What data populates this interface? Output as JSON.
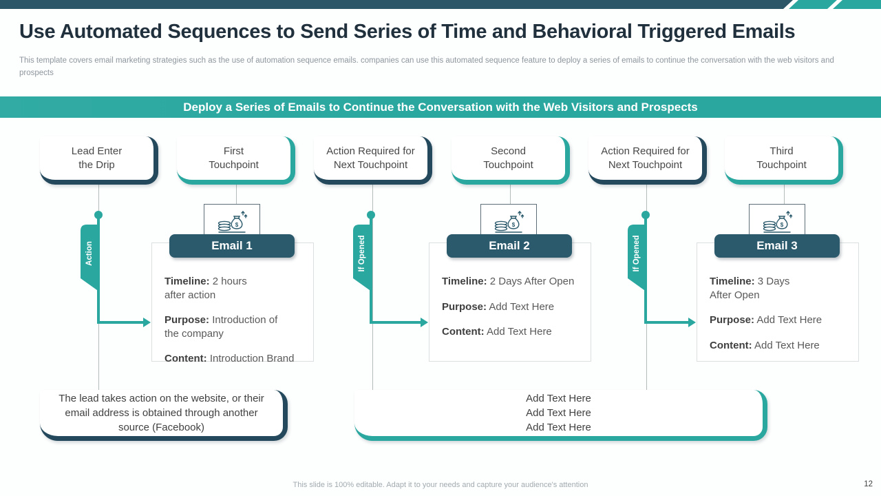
{
  "slide": {
    "title": "Use Automated Sequences to Send Series of Time and Behavioral Triggered Emails",
    "subtitle": "This template covers email marketing strategies such as the use of automation sequence emails. companies can use this automated sequence feature to deploy a series of emails to continue the conversation with the web visitors and prospects",
    "banner": "Deploy a Series of Emails to Continue the Conversation with the Web Visitors and Prospects",
    "footer_note": "This slide is 100% editable. Adapt it to your needs and capture your audience's attention",
    "page_number": "12"
  },
  "flow": {
    "boxes": [
      {
        "label": "Lead Enter\nthe Drip",
        "accent": "navy"
      },
      {
        "label": "First\nTouchpoint",
        "accent": "teal"
      },
      {
        "label": "Action Required for\nNext Touchpoint",
        "accent": "navy"
      },
      {
        "label": "Second\nTouchpoint",
        "accent": "teal"
      },
      {
        "label": "Action Required for\nNext Touchpoint",
        "accent": "navy"
      },
      {
        "label": "Third\nTouchpoint",
        "accent": "teal"
      }
    ]
  },
  "ribbons": [
    {
      "label": "Action"
    },
    {
      "label": "If Opened"
    },
    {
      "label": "If Opened"
    }
  ],
  "emails": [
    {
      "header": "Email 1",
      "icon": "money-bag-coins-icon",
      "fields": [
        {
          "label": "Timeline:",
          "value": "2 hours\nafter action"
        },
        {
          "label": "Purpose:",
          "value": "Introduction of\nthe company"
        },
        {
          "label": "Content:",
          "value": "Introduction Brand"
        }
      ]
    },
    {
      "header": "Email 2",
      "icon": "money-bag-coins-icon",
      "fields": [
        {
          "label": "Timeline:",
          "value": "2 Days After Open"
        },
        {
          "label": "Purpose:",
          "value": "Add Text Here"
        },
        {
          "label": "Content:",
          "value": "Add Text Here"
        }
      ]
    },
    {
      "header": "Email 3",
      "icon": "money-bag-coins-icon",
      "fields": [
        {
          "label": "Timeline:",
          "value": "3 Days\nAfter Open"
        },
        {
          "label": "Purpose:",
          "value": "Add Text Here"
        },
        {
          "label": "Content:",
          "value": "Add Text Here"
        }
      ]
    }
  ],
  "callouts": {
    "left": "The lead takes action on the website, or their\nemail address is obtained through another\nsource (Facebook)",
    "right_lines": [
      "Add Text Here",
      "Add Text Here",
      "Add Text Here"
    ]
  },
  "colors": {
    "teal": "#2AA79F",
    "navy_bracket": "#25495C",
    "header_navy": "#2B5A6C",
    "topbar_navy": "#2C5768",
    "title_text": "#20303C",
    "body_text": "#595959",
    "muted_text": "#8E979E",
    "card_border": "#DBDFDF"
  }
}
